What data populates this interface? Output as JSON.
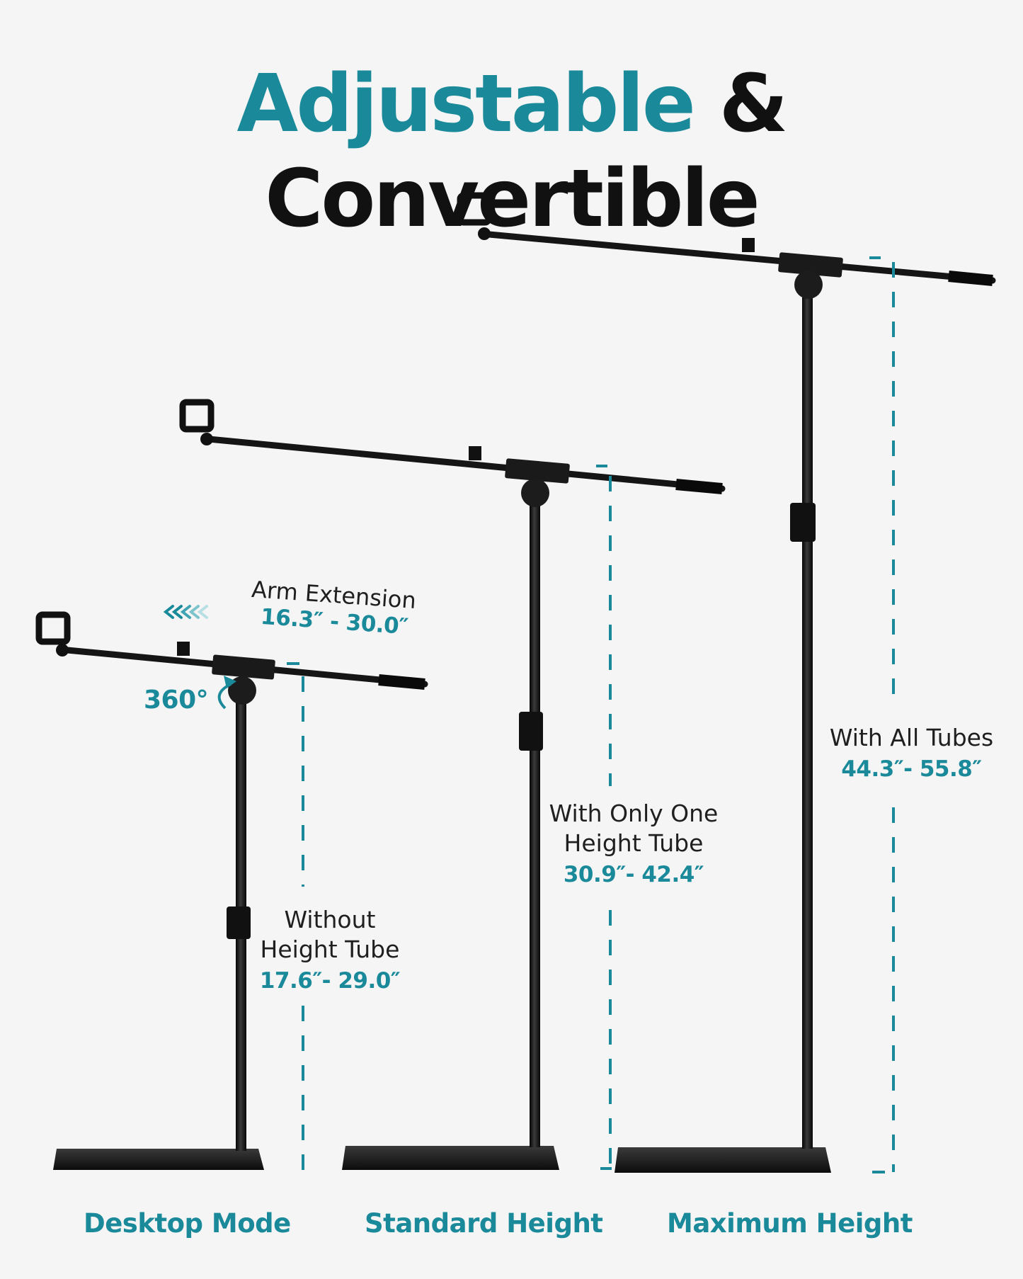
{
  "headline": {
    "accent": "Adjustable",
    "rest": "& Convertible"
  },
  "arm_extension": {
    "label": "Arm Extension",
    "value": "16.3″ - 30.0″"
  },
  "rotation": {
    "label": "360°"
  },
  "desktop": {
    "line1": "Without",
    "line2": "Height Tube",
    "value": "17.6″- 29.0″",
    "mode": "Desktop Mode"
  },
  "standard": {
    "line1": "With Only One",
    "line2": "Height Tube",
    "value": "30.9″- 42.4″",
    "mode": "Standard Height"
  },
  "maximum": {
    "line1": "With All Tubes",
    "value": "44.3″- 55.8″",
    "mode": "Maximum Height"
  },
  "colors": {
    "accent": "#1a8a9a",
    "stand": "#141414",
    "background": "#f5f5f5"
  },
  "icons": [
    "arrow-left-chevrons-icon",
    "rotation-arc-icon"
  ]
}
